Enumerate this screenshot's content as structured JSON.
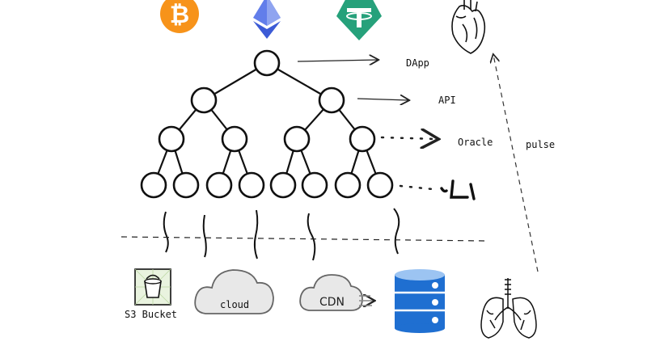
{
  "top_icons": [
    {
      "name": "bitcoin-icon",
      "glyph": "₿",
      "color": "#f7931a"
    },
    {
      "name": "ethereum-icon",
      "color": "#627eea"
    },
    {
      "name": "tether-icon",
      "glyph": "₮",
      "color": "#26a17b"
    }
  ],
  "tree_labels": {
    "root": "DApp",
    "level1": "API",
    "level2": "Oracle",
    "level3": "L1"
  },
  "side": {
    "pulse_label": "pulse",
    "heart_icon": "heart-icon",
    "lungs_icon": "lungs-icon"
  },
  "storage": {
    "s3_label": "S3 Bucket",
    "cloud_label": "cloud",
    "cdn_label": "CDN",
    "database_icon": "database-icon"
  }
}
